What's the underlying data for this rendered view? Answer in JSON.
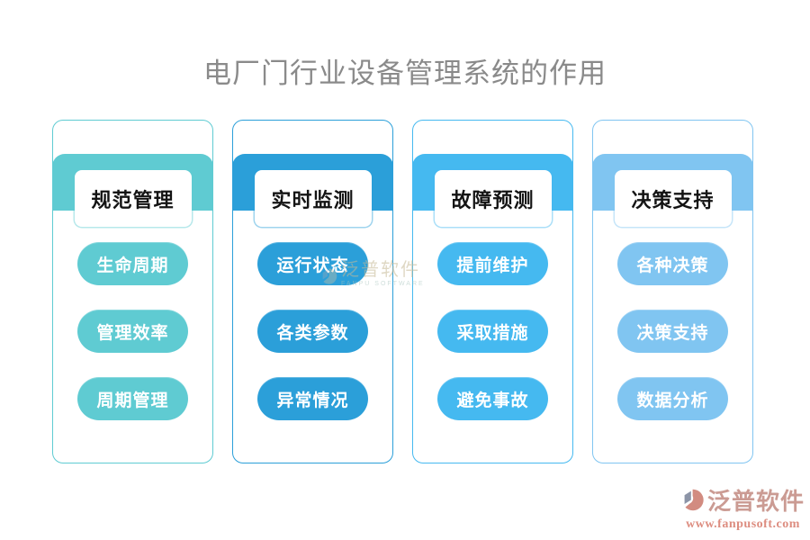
{
  "title": "电厂门行业设备管理系统的作用",
  "title_color": "#8A8A8A",
  "columns": [
    {
      "header": "规范管理",
      "color": "#5FCBD2",
      "items": [
        "生命周期",
        "管理效率",
        "周期管理"
      ]
    },
    {
      "header": "实时监测",
      "color": "#2B9FD9",
      "items": [
        "运行状态",
        "各类参数",
        "异常情况"
      ]
    },
    {
      "header": "故障预测",
      "color": "#45B9F0",
      "items": [
        "提前维护",
        "采取措施",
        "避免事故"
      ]
    },
    {
      "header": "决策支持",
      "color": "#80C5F1",
      "items": [
        "各种决策",
        "决策支持",
        "数据分析"
      ]
    }
  ],
  "watermark_center": {
    "brand": "泛普软件",
    "subtitle": "FANPU SOFTWARE"
  },
  "footer_logo": {
    "brand": "泛普软件",
    "url": "www.fanpusoft.com",
    "brand_color": "#CB9B93",
    "url_color": "#DD8D80"
  }
}
